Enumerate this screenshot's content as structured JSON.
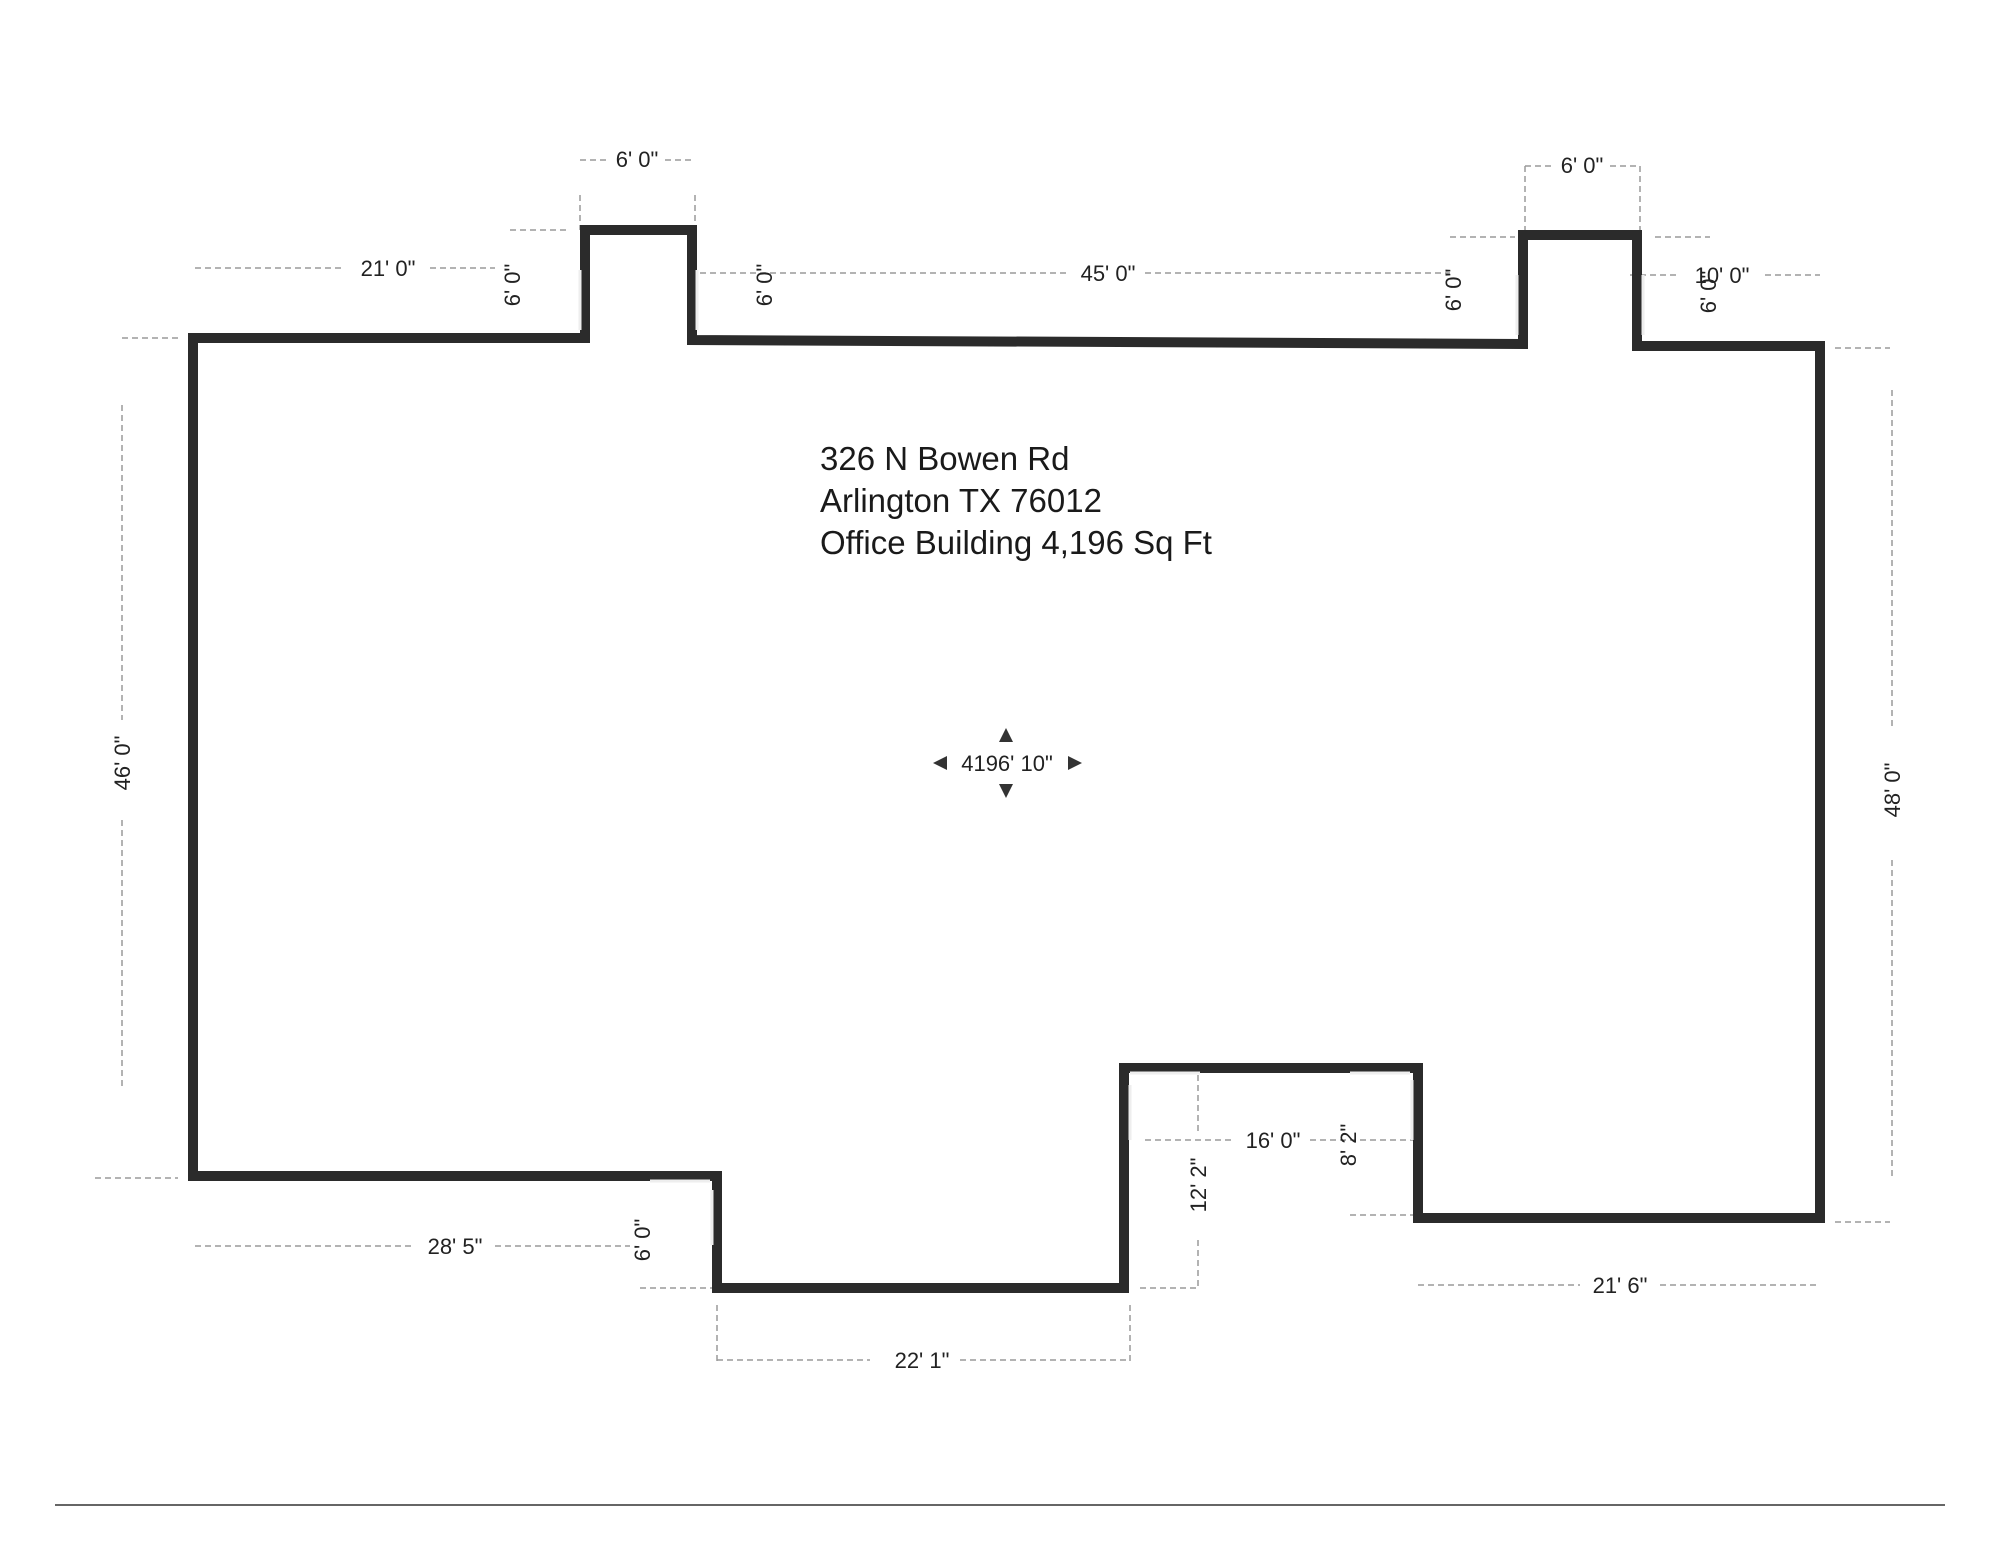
{
  "address": {
    "line1": "326 N Bowen Rd",
    "line2": "Arlington TX 76012",
    "line3": "Office Building  4,196 Sq Ft"
  },
  "center_label": "4196' 10\"",
  "dimensions": {
    "top_left_notch_width": "6' 0\"",
    "top_right_notch_width": "6' 0\"",
    "top_left_run": "21' 0\"",
    "top_middle_run": "45' 0\"",
    "top_right_run": "10' 0\"",
    "notch1_left_depth": "6' 0\"",
    "notch1_right_depth": "6' 0\"",
    "notch2_left_depth": "6' 0\"",
    "notch2_right_depth": "6' 0\"",
    "left_height": "46' 0\"",
    "right_height": "48' 0\"",
    "bottom_left_run": "28' 5\"",
    "bottom_step_depth": "6' 0\"",
    "bottom_center_run": "22' 1\"",
    "recess_depth": "12' 2\"",
    "recess_width": "16' 0\"",
    "recess_step": "8' 2\"",
    "bottom_right_run": "21' 6\""
  },
  "colors": {
    "wall": "#2b2b2b",
    "dimension_line": "#9a9a9a",
    "text": "#222222"
  }
}
